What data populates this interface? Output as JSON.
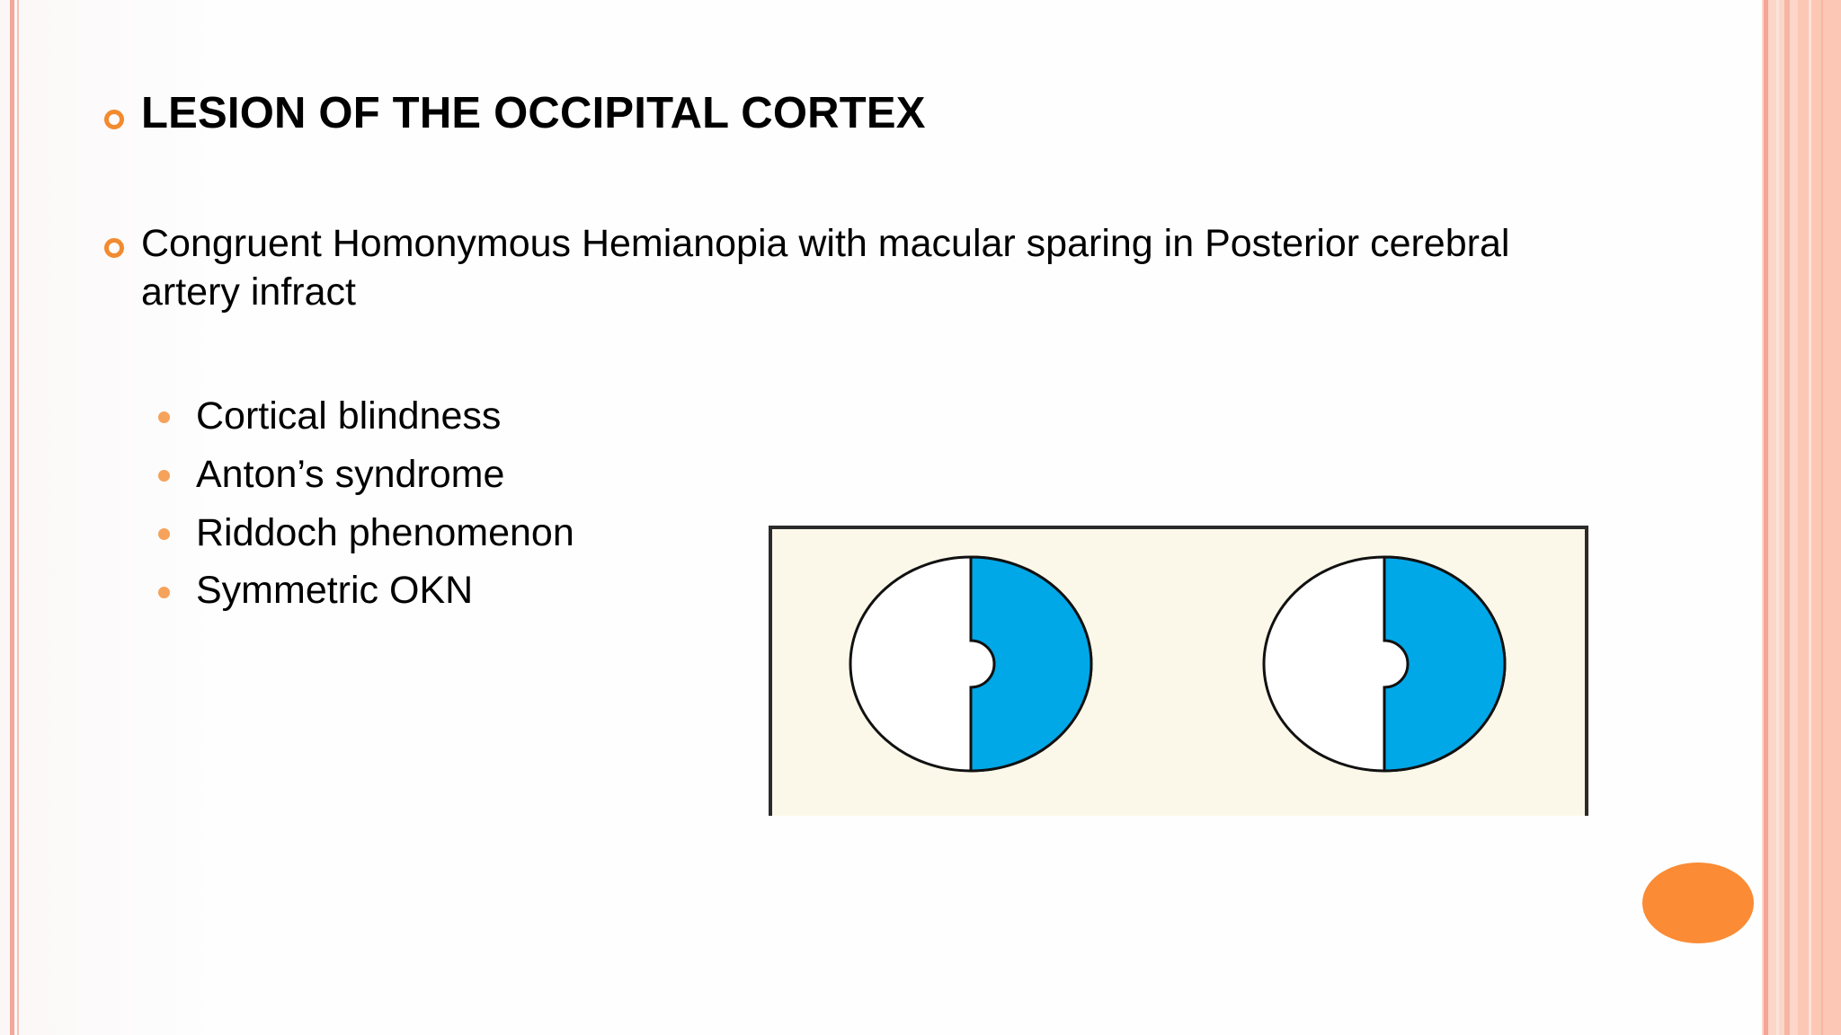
{
  "heading": "LESION OF THE OCCIPITAL CORTEX",
  "paragraph": "Congruent Homonymous Hemianopia with macular sparing in Posterior cerebral artery infract",
  "sub_items": [
    "Cortical blindness",
    "Anton’s syndrome",
    "Riddoch phenomenon",
    "Symmetric OKN"
  ],
  "colors": {
    "bullet_ring": "#f28a2f",
    "bullet_dot": "#f5a25a",
    "field_defect": "#00a8e8",
    "diagram_bg": "#fbf8e9",
    "accent_circle": "#fb8b35"
  },
  "icons": {
    "main_bullet": "ring-bullet-icon",
    "sub_bullet": "dot-bullet-icon"
  }
}
